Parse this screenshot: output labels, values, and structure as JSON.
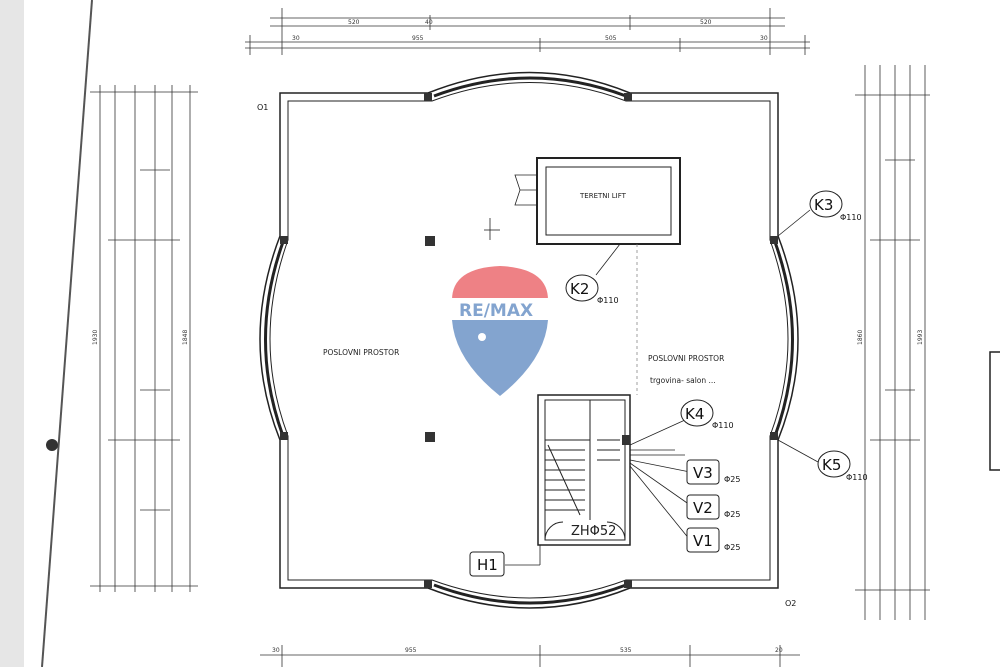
{
  "colors": {
    "line": "#222222",
    "wall_fill": "#ffffff",
    "logo_red": "#e11b22",
    "logo_blue": "#1f5aa8",
    "left_strip": "#e6e6e6"
  },
  "corners": {
    "top_left": "O1",
    "bottom_right": "O2"
  },
  "rooms": {
    "left": "POSLOVNI PROSTOR",
    "right": "POSLOVNI PROSTOR",
    "right_sub": "trgovina- salon ...",
    "lift": "TERETNI LIFT"
  },
  "markers": {
    "k2": {
      "tag": "K2",
      "dim": "Φ110"
    },
    "k3": {
      "tag": "K3",
      "dim": "Φ110"
    },
    "k4": {
      "tag": "K4",
      "dim": "Φ110"
    },
    "k5": {
      "tag": "K5",
      "dim": "Φ110"
    },
    "v1": {
      "tag": "V1",
      "dim": "Φ25"
    },
    "v2": {
      "tag": "V2",
      "dim": "Φ25"
    },
    "v3": {
      "tag": "V3",
      "dim": "Φ25"
    },
    "h1": {
      "tag": "H1"
    },
    "zh": {
      "tag": "ZHΦ52"
    }
  },
  "dims": {
    "top1": [
      "520",
      "40",
      "520"
    ],
    "top2": [
      "30",
      "955",
      "505",
      "30"
    ],
    "bottom": [
      "30",
      "955",
      "535",
      "20"
    ],
    "left_outer": "1930",
    "left_inner": "1848",
    "right_outer": "1993",
    "right_inner": "1860"
  },
  "watermark": {
    "brand": "RE/MAX"
  }
}
